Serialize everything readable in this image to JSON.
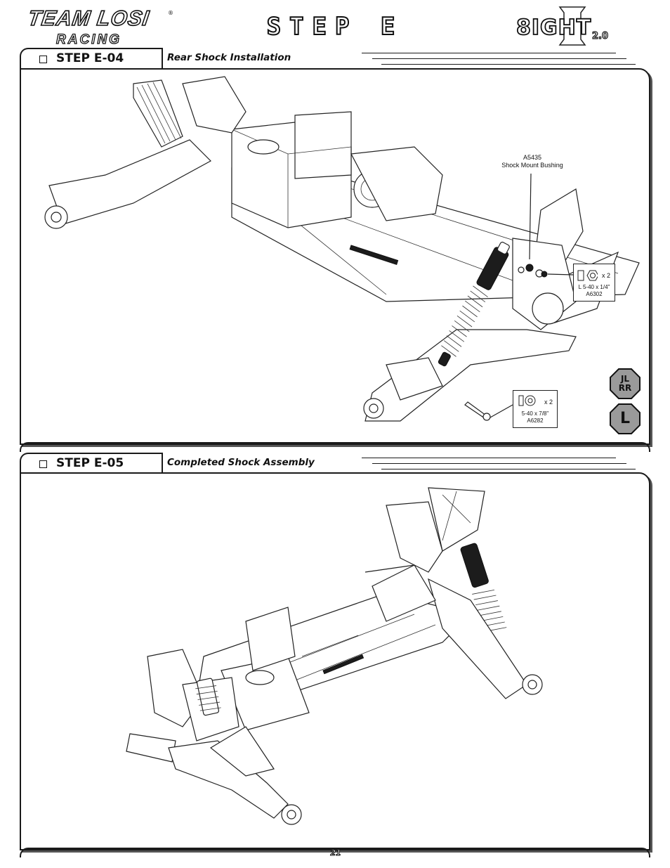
{
  "header": {
    "brand_main": "TEAM LOSI",
    "brand_registered": "®",
    "brand_sub": "RACING",
    "step_title": "STEP E",
    "model_logo_word": "8IGHT",
    "model_logo_version": "2.0"
  },
  "step_e04": {
    "label": "STEP E-04",
    "subtitle": "Rear Shock Installation",
    "part_note_number": "A5435",
    "part_note_name": "Shock Mount Bushing",
    "callout_nut": {
      "qty": "x 2",
      "size": "L 5-40 x 1/4\"",
      "part": "A6302"
    },
    "callout_screw": {
      "qty": "x 2",
      "size": "5-40 x 7/8\"",
      "part": "A6282"
    },
    "badge_lr": "JL\nRR",
    "badge_l": "L"
  },
  "step_e05": {
    "label": "STEP E-05",
    "subtitle": "Completed Shock Assembly"
  },
  "footer": {
    "page_number": "21"
  },
  "colors": {
    "ink": "#1a1a1a",
    "shock_body": "#1c1c1c",
    "badge_fill": "#9a9a9a"
  },
  "icons": [
    "checkbox-icon",
    "locknut-icon",
    "washer-icon",
    "screw-icon",
    "thread-lock-octagon-icon"
  ]
}
